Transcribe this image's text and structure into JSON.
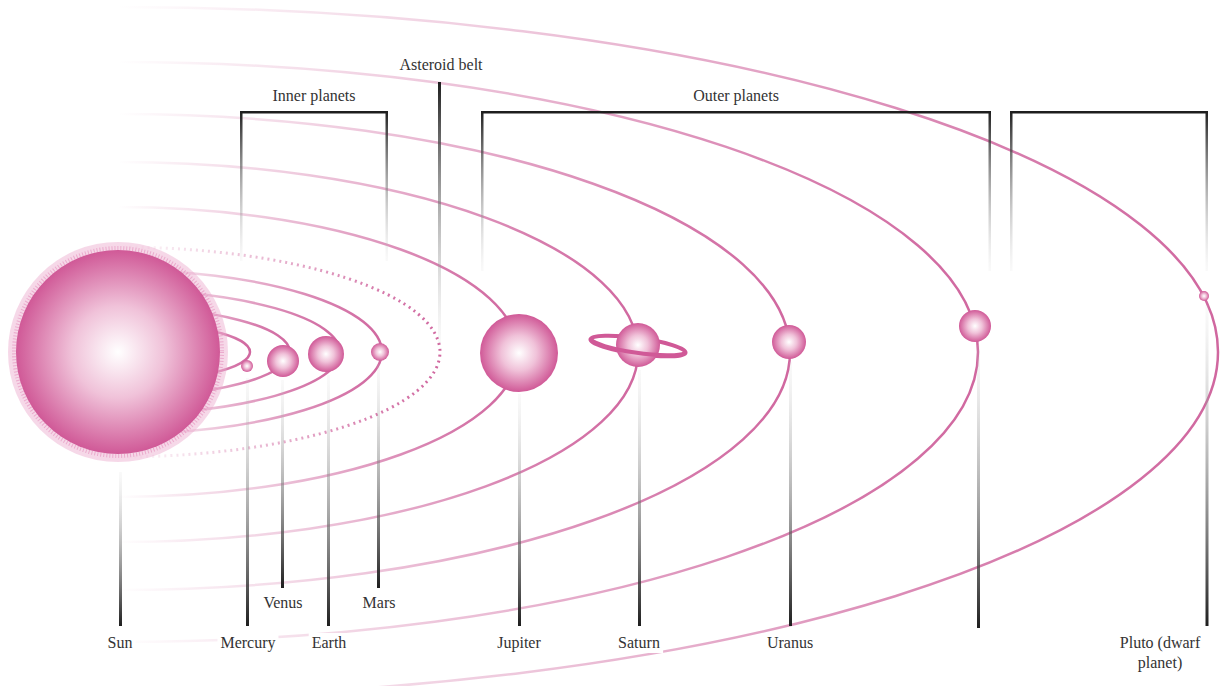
{
  "diagram": {
    "labels": [
      "Asteroid belt",
      "Inner planets",
      "Outer planets",
      "Sun",
      "Mercury",
      "Venus",
      "Earth",
      "Mars",
      "Jupiter",
      "Saturn",
      "Uranus",
      "Pluto (dwarf planet)"
    ]
  }
}
